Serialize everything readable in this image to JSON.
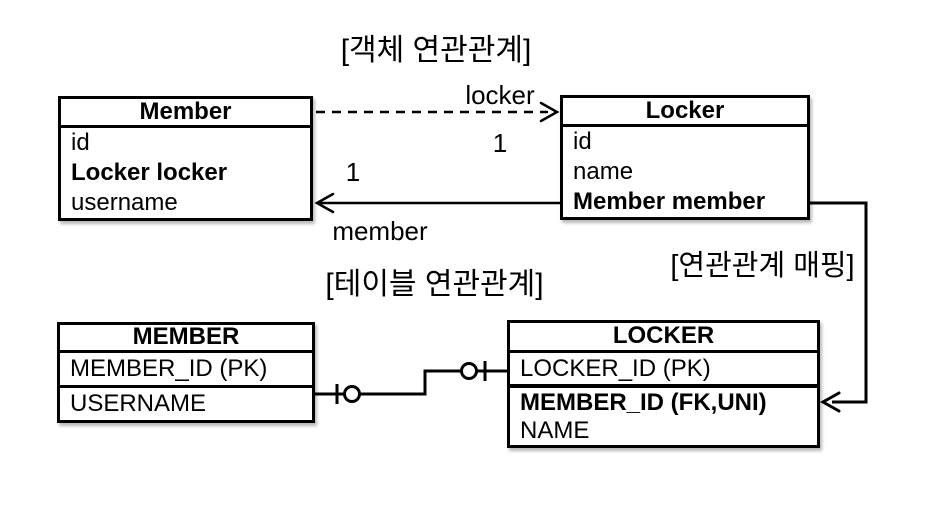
{
  "titles": {
    "object_relation": "[객체 연관관계]",
    "table_relation": "[테이블 연관관계]",
    "mapping": "[연관관계 매핑]"
  },
  "uml": {
    "member_class": {
      "title": "Member",
      "attrs": [
        "id",
        "Locker locker",
        "username"
      ]
    },
    "locker_class": {
      "title": "Locker",
      "attrs": [
        "id",
        "name",
        "Member member"
      ]
    },
    "association": {
      "locker_role": "locker",
      "locker_cardinality": "1",
      "member_role": "member",
      "member_cardinality": "1"
    }
  },
  "erd": {
    "member_table": {
      "title": "MEMBER",
      "columns": [
        "MEMBER_ID (PK)",
        "USERNAME"
      ]
    },
    "locker_table": {
      "title": "LOCKER",
      "columns": [
        "LOCKER_ID (PK)",
        "MEMBER_ID (FK,UNI)",
        "NAME"
      ]
    }
  },
  "colors": {
    "line": "#000000",
    "background": "#ffffff"
  }
}
